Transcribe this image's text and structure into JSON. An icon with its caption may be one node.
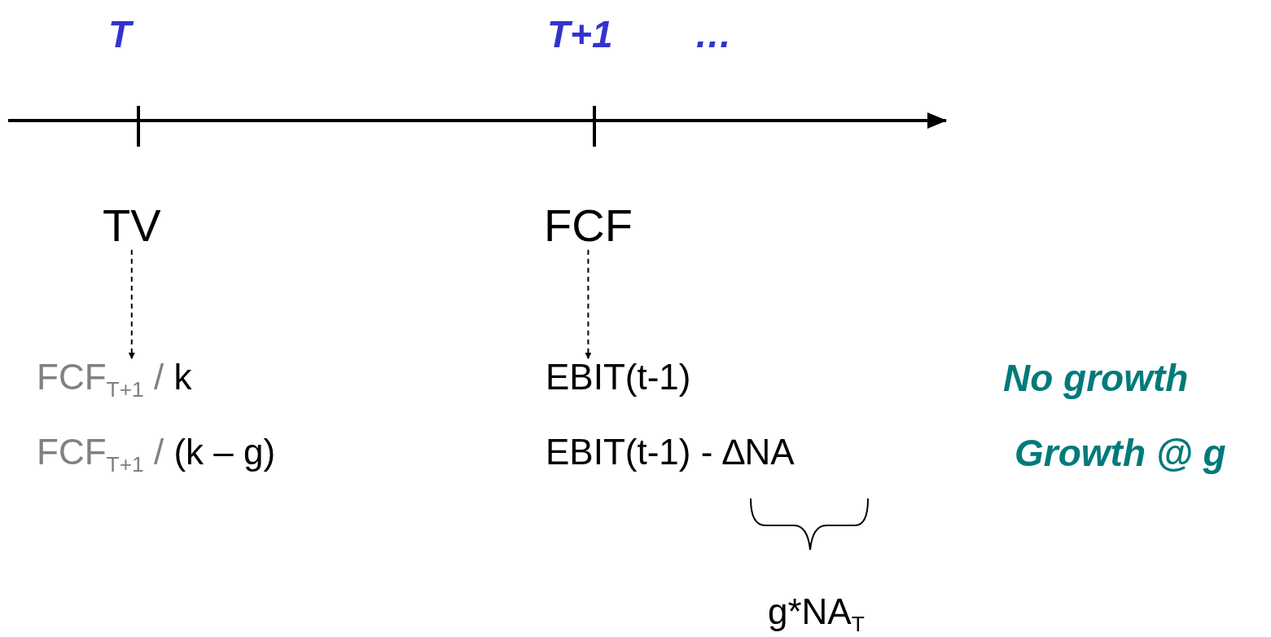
{
  "diagram": {
    "nodes": [
      {
        "text": [
          "TV"
        ]
      },
      {
        "text": [
          "FCF"
        ]
      },
      {
        "text": [
          "FCF$_{T+1}$ /",
          "k"
        ]
      },
      {
        "text": [
          "EBIT(t-1)"
        ]
      },
      {
        "text": [
          "FCF$_{T+1}$ /",
          "(k – g)"
        ]
      },
      {
        "text": [
          "EBIT(t-1) - ∆NA"
        ]
      }
    ],
    "edges": [
      {
        "from": 0,
        "to": 2,
        "arrow": "to",
        "style": "dashed"
      },
      {
        "from": 1,
        "to": 3,
        "arrow": "to",
        "style": "dashed"
      }
    ],
    "labels": [
      "T",
      "T+1",
      "…",
      "No growth",
      "Growth @ g",
      "g*NA$_{T}$"
    ]
  }
}
